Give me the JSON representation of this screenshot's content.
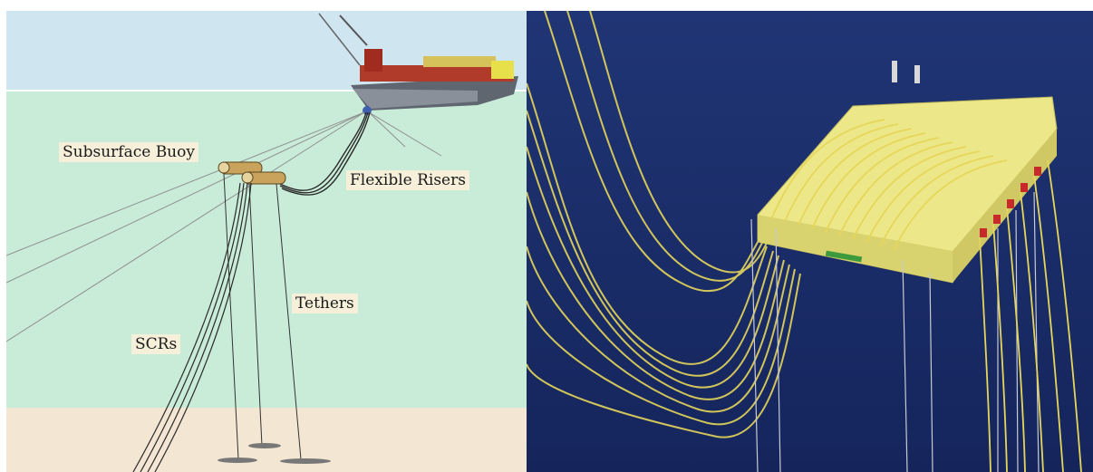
{
  "left_panel": {
    "labels": {
      "subsurface_buoy": "Subsurface Buoy",
      "flexible_risers": "Flexible Risers",
      "tethers": "Tethers",
      "scrs": "SCRs"
    },
    "colors": {
      "sky": "#cfe6f1",
      "sea": "#c9ecd8",
      "seabed": "#f3e6d3",
      "label_background": "#f6f0da",
      "vessel_hull": "#5f6670",
      "buoy": "#c9a35b"
    }
  },
  "right_panel": {
    "colors": {
      "ocean": "#1d2f6e",
      "buoy_body": "#ece88a",
      "riser_lines": "#e6d65a",
      "tether_lines": "#c7c9d3"
    }
  }
}
